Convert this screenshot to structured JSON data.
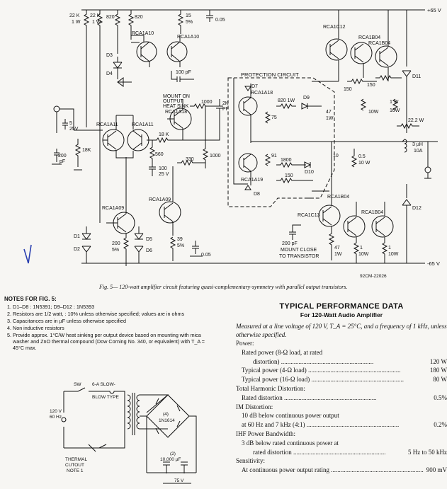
{
  "schematic": {
    "rail_plus": "+65 V",
    "rail_minus": "-65 V",
    "labels": {
      "r22k_a": "22 K",
      "r22k_a_w": "1 W",
      "r22k_b": "22 K",
      "r22k_b_w": "1 W",
      "r820_a": "820",
      "r820_b": "820",
      "r15": "15",
      "r15_tol": "5%",
      "c005_top": "0.05",
      "q_a10_left": "RCA1A10",
      "q_a10_right": "RCA1A10",
      "d3": "D3",
      "d4": "D4",
      "c100pf": "100 pF",
      "mount": "MOUNT ON",
      "mount2": "OUTPUT",
      "mount3": "HEAT SINK",
      "r1000_a": "1000",
      "r1000_b": "1000",
      "c2pf": "2K",
      "c2pf_b": "PF",
      "q_a18": "RCA1A18",
      "q_a11_left": "RCA1A11",
      "q_a11_right": "RCA1A11",
      "c5": "5",
      "c5_v": "25V",
      "c200pf": "200",
      "c200pf_b": "pF",
      "r18k_a": "18K",
      "r18k_b": "18 K",
      "r560": "560",
      "c100": "100",
      "c100_v": "25 V",
      "r330": "330",
      "protection": "PROTECTION CIRCUIT",
      "d7": "D7",
      "q_prot1": "RCA1A18",
      "r75": "75",
      "r820_1w": "820 1W",
      "d9": "D9",
      "r91": "91",
      "r1800": "1800",
      "d10": "D10",
      "r150_p": "150",
      "q_prot2": "RCA1A19",
      "d8": "D8",
      "r47": "47",
      "r47_w": "1W",
      "r10_a": "10",
      "q_c12": "RCA1C12",
      "q_b04_a": "RCA1B04",
      "q_b04_b": "RCA1B04",
      "r150_a": "150",
      "r150_b": "150",
      "r10w_a": "10W",
      "r1w": "1 W",
      "r10w_b": "10W",
      "d11": "D11",
      "r22": "22.2 W",
      "r05": "0.5",
      "r05_w": "10 W",
      "l3": "3 µH",
      "l3_a": "10A",
      "q_a09": "RCA1A09",
      "q_a09b": "RCA1A09",
      "d1": "D1",
      "d2": "D2",
      "r200": "200",
      "r200_t": "5%",
      "d5": "D5",
      "d6": "D6",
      "r39": "39",
      "r39_t": "5%",
      "c005_b": "0.05",
      "q_c13": "RCA1C13",
      "q_b04_c": "RCA1B04",
      "q_b04_d": "RCA1B04",
      "c200_b": "200 pF",
      "mount_close": "MOUNT CLOSE",
      "mount_close2": "TO TRANSISTOR",
      "r47_b": "47",
      "r47_bw": "1W",
      "r1w_b": "1",
      "r1w_bw": "10W",
      "r1w_c": "1",
      "r1w_cw": "10W",
      "d12": "D12",
      "code": "92CM-22026"
    }
  },
  "caption": "Fig. 5— 120-watt amplifier circuit featuring quasi-complementary-symmetry with parallel output transistors.",
  "notes": {
    "title": "NOTES FOR FIG. 5:",
    "items": [
      "D1–D8 : 1N5391; D9–D12 : 1N5393",
      "Resistors are 1/2 watt, : 10% unless otherwise specified; values are in ohms",
      "Capacitances are in µF unless otherwise specified",
      "Non inductive resistors",
      "Provide approx. 1°C/W heat sinking per output device based on mounting with mica washer and ZnO thermal compound (Dow Corning No. 340, or equivalent) with T_A = 45°C max."
    ]
  },
  "psu": {
    "sw": "SW",
    "fuse": "6-A SLOW-",
    "fuse2": "BLOW TYPE",
    "mains": "120 V",
    "mains2": "60 Hz",
    "thermal": "THERMAL",
    "thermal2": "CUTOUT",
    "thermal3": "NOTE 1",
    "bridge": "(4)",
    "bridge2": "1N1614",
    "cap": "(2)",
    "cap2": "10,000 µF",
    "cap3": "75 V"
  },
  "performance": {
    "title": "TYPICAL PERFORMANCE DATA",
    "subtitle": "For 120-Watt Audio Amplifier",
    "intro": "Measured at a line voltage of 120 V, T_A = 25°C, and a frequency of 1 kHz, unless otherwise specified.",
    "rows": [
      {
        "label": "Power:",
        "value": "",
        "indent": 0,
        "dots": false
      },
      {
        "label": "Rated power (8-Ω load, at rated",
        "value": "",
        "indent": 1,
        "dots": false
      },
      {
        "label": "distortion)",
        "value": "120 W",
        "indent": 2,
        "dots": true
      },
      {
        "label": "Typical power (4-Ω load)",
        "value": "180 W",
        "indent": 1,
        "dots": true
      },
      {
        "label": "Typical power (16-Ω load)",
        "value": "80 W",
        "indent": 1,
        "dots": true
      },
      {
        "label": "Total Harmonic Distortion:",
        "value": "",
        "indent": 0,
        "dots": false
      },
      {
        "label": "Rated distortion",
        "value": "0.5%",
        "indent": 1,
        "dots": true
      },
      {
        "label": "IM Distortion:",
        "value": "",
        "indent": 0,
        "dots": false
      },
      {
        "label": "10 dB below continuous power output",
        "value": "",
        "indent": 1,
        "dots": false
      },
      {
        "label": "at 60 Hz and 7 kHz (4:1)",
        "value": "0.2%",
        "indent": 1,
        "dots": true
      },
      {
        "label": "IHF Power Bandwidth:",
        "value": "",
        "indent": 0,
        "dots": false
      },
      {
        "label": "3 dB below rated continuous power at",
        "value": "",
        "indent": 1,
        "dots": false
      },
      {
        "label": "rated distortion",
        "value": "5 Hz to 50 kHz",
        "indent": 2,
        "dots": true
      },
      {
        "label": "Sensitivity:",
        "value": "",
        "indent": 0,
        "dots": false
      },
      {
        "label": "At continuous power output rating",
        "value": "900 mV",
        "indent": 1,
        "dots": true
      }
    ]
  }
}
